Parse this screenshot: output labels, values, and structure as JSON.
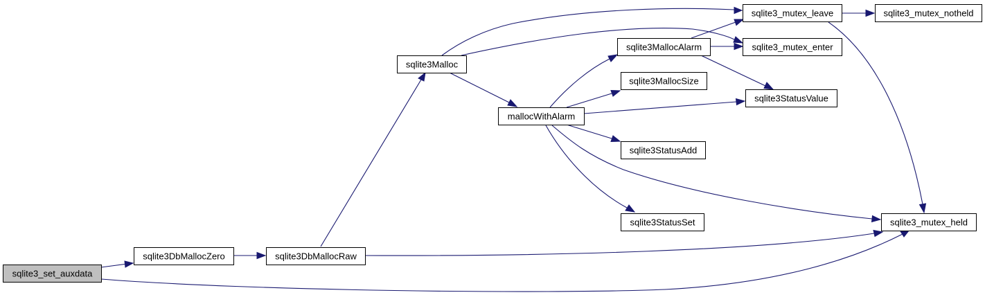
{
  "colors": {
    "edge": "#191970",
    "node_fill": "#ffffff",
    "root_fill": "#bfbfbf",
    "node_border": "#000000"
  },
  "nodes": {
    "set_auxdata": {
      "label": "sqlite3_set_auxdata",
      "root": true
    },
    "dbmalloczero": {
      "label": "sqlite3DbMallocZero"
    },
    "dbmallocraw": {
      "label": "sqlite3DbMallocRaw"
    },
    "malloc": {
      "label": "sqlite3Malloc"
    },
    "mallocwithalarm": {
      "label": "mallocWithAlarm"
    },
    "mallocalarm": {
      "label": "sqlite3MallocAlarm"
    },
    "mallocsize": {
      "label": "sqlite3MallocSize"
    },
    "statusadd": {
      "label": "sqlite3StatusAdd"
    },
    "statusset": {
      "label": "sqlite3StatusSet"
    },
    "mutex_leave": {
      "label": "sqlite3_mutex_leave"
    },
    "mutex_enter": {
      "label": "sqlite3_mutex_enter"
    },
    "statusvalue": {
      "label": "sqlite3StatusValue"
    },
    "mutex_notheld": {
      "label": "sqlite3_mutex_notheld"
    },
    "mutex_held": {
      "label": "sqlite3_mutex_held"
    }
  },
  "edges": [
    [
      "set_auxdata",
      "dbmalloczero"
    ],
    [
      "set_auxdata",
      "mutex_held"
    ],
    [
      "dbmalloczero",
      "dbmallocraw"
    ],
    [
      "dbmallocraw",
      "malloc"
    ],
    [
      "dbmallocraw",
      "mutex_held"
    ],
    [
      "malloc",
      "mutex_leave"
    ],
    [
      "malloc",
      "mutex_enter"
    ],
    [
      "malloc",
      "mallocwithalarm"
    ],
    [
      "mallocwithalarm",
      "mallocalarm"
    ],
    [
      "mallocwithalarm",
      "mallocsize"
    ],
    [
      "mallocwithalarm",
      "statusvalue"
    ],
    [
      "mallocwithalarm",
      "statusadd"
    ],
    [
      "mallocwithalarm",
      "statusset"
    ],
    [
      "mallocwithalarm",
      "mutex_held"
    ],
    [
      "mallocalarm",
      "mutex_leave"
    ],
    [
      "mallocalarm",
      "mutex_enter"
    ],
    [
      "mallocalarm",
      "statusvalue"
    ],
    [
      "mutex_leave",
      "mutex_notheld"
    ],
    [
      "mutex_leave",
      "mutex_held"
    ]
  ]
}
